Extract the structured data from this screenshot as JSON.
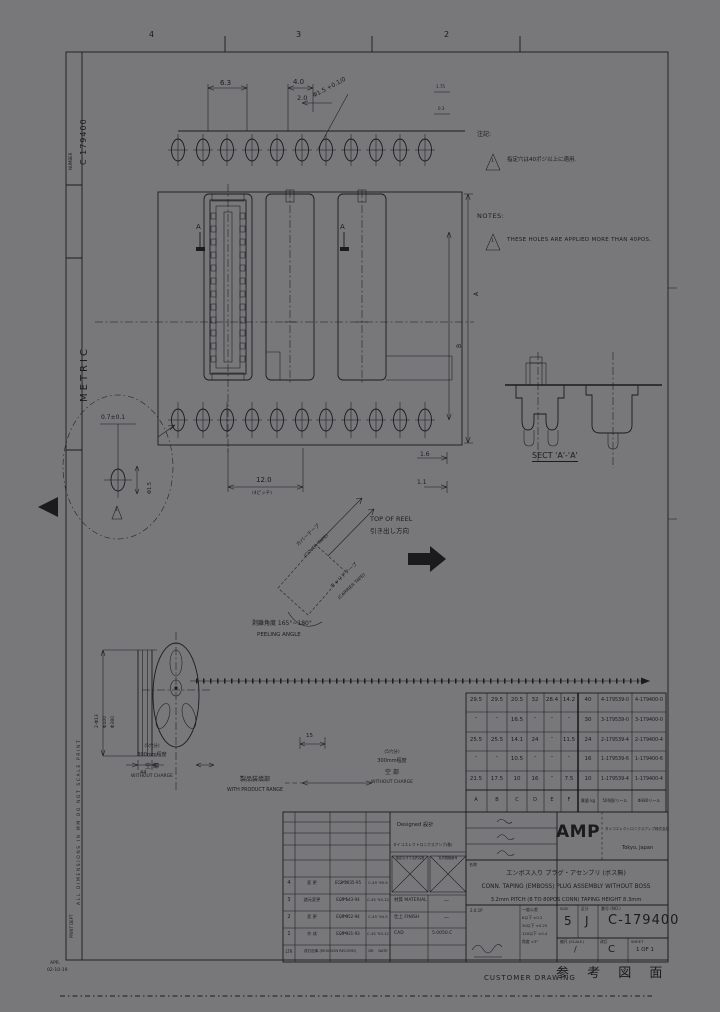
{
  "colors": {
    "background": "#78787b",
    "ink": "#1b1b1e"
  },
  "margin": {
    "zone4": "4",
    "zone3": "3",
    "zone2": "2",
    "number_label": "NUMBER",
    "number": "C 179400",
    "metric": "METRIC",
    "edge_note": "ALL DIMENSIONS IN MM  DO NOT SCALE PRINT",
    "dept_note": "PRINT DEPT",
    "date_line1": "APR.",
    "date_line2": "02-10-19"
  },
  "notes": {
    "jp_header": "注記:",
    "flag1": "1",
    "jp_note": "指定穴は40ポジ以上に適用.",
    "en_header": "NOTES:",
    "flag2": "1",
    "en_note": "THESE HOLES ARE APPLIED MORE THAN 40POS."
  },
  "top_view": {
    "dim_63": "6.3",
    "dim_40": "4.0",
    "dim_20": "2.0",
    "dim_hole": "Φ1.5 +0.1/0",
    "dim_r1": "1.75",
    "dim_r2": "0.3"
  },
  "plan_view": {
    "cut_a_left": "A",
    "cut_a_right": "A",
    "dim_width": "A",
    "dim_inner": "B",
    "dim_pitch": "12.0",
    "dim_pitch_note": "(4ピッチ)",
    "dim_16": "1.6",
    "dim_11": "1.1"
  },
  "detail_view": {
    "dim_offset": "0.7±0.1",
    "dim_hole": "Φ1.5",
    "flag": "1"
  },
  "peel_detail": {
    "top_of_reel": "TOP OF REEL",
    "pull_dir": "引き出し方向",
    "cover_tape": "カバーテープ",
    "cover_tape_en": "(COVER TAPE)",
    "carrier_tape": "キャリアテープ",
    "carrier_tape_en": "(CARRIER TAPE)",
    "angle": "剥離角度 165°~180°",
    "angle_en": "PEELING ANGLE"
  },
  "section_view": {
    "label": "SECT 'A'-'A'"
  },
  "reel_view": {
    "dim1": "2-Φ13",
    "dim2": "Φ100",
    "dim3": "Φ380",
    "width": "44",
    "lead": "15",
    "left_blank": [
      "(5穴分)",
      "300mm程度",
      "空 部",
      "WITHOUT CHARGE"
    ],
    "loaded": [
      "製品装填部",
      "WITH PRODUCT RANGE"
    ],
    "right_blank": [
      "(5穴分)",
      "300mm程度",
      "空 部",
      "WITHOUT CHARGE"
    ]
  },
  "table": {
    "rows": [
      [
        "29.5",
        "29.5",
        "20.5",
        "32",
        "28.4",
        "14.2",
        "40",
        "4-179539-0",
        "4-179400-0"
      ],
      [
        "″",
        "″",
        "16.5",
        "″",
        "″",
        "″",
        "30",
        "3-179539-0",
        "3-179400-0"
      ],
      [
        "25.5",
        "25.5",
        "14.1",
        "24",
        "″",
        "11.5",
        "24",
        "2-179539-4",
        "2-179400-4"
      ],
      [
        "″",
        "″",
        "10.5",
        "″",
        "″",
        "″",
        "16",
        "1-179539-6",
        "1-179400-6"
      ],
      [
        "21.5",
        "17.5",
        "10",
        "16",
        "″",
        "7.5",
        "10",
        "1-179539-4",
        "1-179400-4"
      ]
    ],
    "footer": [
      "A",
      "B",
      "C",
      "D",
      "E",
      "F",
      "質量 kg",
      "500個/リール",
      "Φ380リール"
    ]
  },
  "title_block": {
    "revisions": [
      [
        "4",
        "変 更",
        "ECS-2035-95",
        "C.45 '95.9"
      ],
      [
        "3",
        "諸元変更",
        "ECS-143-94",
        "C.45 '94.12"
      ],
      [
        "2",
        "変 更",
        "ECS-052-94",
        "C.45 '94.5"
      ],
      [
        "1",
        "作 成",
        "ECS-031-93",
        "C.45 '93.12"
      ]
    ],
    "rev_header": [
      "LTR",
      "改訂記事 (REVISION RECORD)",
      "DR",
      "DATE"
    ],
    "designed": "Designed 設計",
    "company_small": "タイコエレクトロニクスアンプ(株)",
    "tol_box1": "指定なき寸法許容差",
    "tol_box2": "社内規格番号",
    "material_label": "材質 MATERIAL",
    "material": "—",
    "finish_label": "仕上 FINISH",
    "finish": "—",
    "cad_label": "CAD",
    "cad": "5.0050.C",
    "logo": "AMP",
    "company": "タイコエレクトロニクスアンプ株式会社",
    "city": "Tokyo, Japan",
    "name_label": "名称",
    "product_jp": "エンボス入り プラグ・アセンブリ (ボス無)",
    "product_en": "CONN. TAPING (EMBOSS) PLUG ASSEMBLY WITHOUT BOSS",
    "product_detail": "3.2mm PITCH (8 TO 80POS CONN) TAPING HEIGHT 8.3mm",
    "tol_note": "2.0.1P",
    "tol_header": "一般公差",
    "tolerances": [
      "6以下 ±0.2",
      "30以下 ±0.25",
      "120以下 ±0.4",
      "角度 ±3°"
    ],
    "size_label": "SIZE",
    "size": "5",
    "class_label": "区分",
    "class": "J",
    "no_label": "番号 (NO.)",
    "drawing_no": "C-179400",
    "scale_label": "縮尺 (SCALE)",
    "scale": "/",
    "rev_label": "改訂",
    "rev": "C",
    "sheet_label": "SHEET",
    "sheet": "1 OF 1"
  },
  "footer_text": {
    "customer_drawing": "CUSTOMER DRAWING",
    "reference_jp": "参 考 図 面"
  }
}
